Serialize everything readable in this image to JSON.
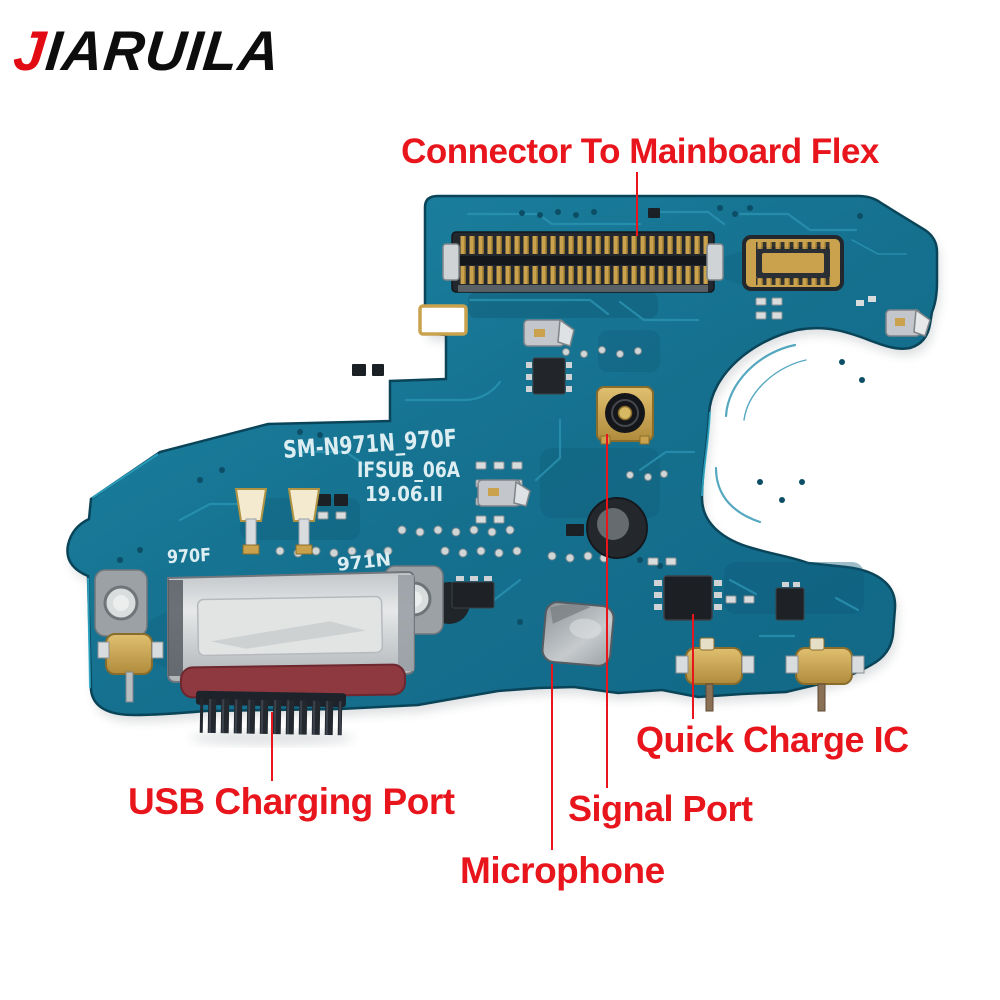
{
  "brand": {
    "accent_letter": "J",
    "rest_letters": "IARUILA"
  },
  "annotations": {
    "connector": "Connector To Mainboard Flex",
    "usb": "USB Charging Port",
    "quick_charge": "Quick Charge IC",
    "signal": "Signal Port",
    "microphone": "Microphone"
  },
  "silkscreen": {
    "model": "SM-N971N_970F",
    "board_id": "IFSUB_06A",
    "date_code": "19.06.II",
    "left_marking": "970F",
    "right_marking": "971N"
  },
  "colors": {
    "annotation_red": "#e8151c",
    "logo_accent_red": "#e30b13",
    "logo_black": "#0d0d0d",
    "pcb_teal": "#177392",
    "pcb_trace_light": "#2b93b1",
    "silkscreen_white": "#ddeef3",
    "connector_gold": "#c9a24e",
    "solder_silver": "#d9dcde",
    "usb_gasket_red": "#8e3840",
    "component_black": "#1e2227"
  }
}
